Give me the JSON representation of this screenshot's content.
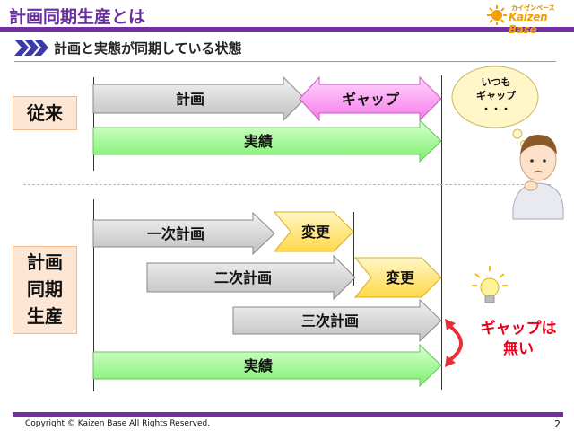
{
  "slide": {
    "title": "計画同期生産とは",
    "subtitle": "計画と実態が同期している状態",
    "logo_small": "カイゼンベース",
    "logo_main": "Kaizen Base"
  },
  "labels": {
    "old": "従来",
    "sync_line1": "計画",
    "sync_line2": "同期",
    "sync_line3": "生産"
  },
  "arrows": {
    "plan": "計画",
    "gap": "ギャップ",
    "actual_old": "実績",
    "plan1": "一次計画",
    "change1": "変更",
    "plan2": "二次計画",
    "change2": "変更",
    "plan3": "三次計画",
    "actual_new": "実績"
  },
  "bubble": {
    "line1": "いつも",
    "line2": "ギャップ",
    "line3": "・・・"
  },
  "gap_note": {
    "line1": "ギャップは",
    "line2": "無い"
  },
  "footer": {
    "copyright": "Copyright ©  Kaizen Base  All Rights Reserved.",
    "page": "2"
  },
  "colors": {
    "accent": "#7030a0",
    "plan_gray": "#d9d9d9",
    "actual_green": "#a6ff9a",
    "gap_pink": "#ff9cf5",
    "change_yellow": "#ffe680",
    "highlight_red": "#e8001a"
  },
  "icons": [
    "chevron-icon",
    "thinking-person-icon",
    "lightbulb-icon",
    "curved-arrow-icon",
    "logo-sun-icon"
  ]
}
